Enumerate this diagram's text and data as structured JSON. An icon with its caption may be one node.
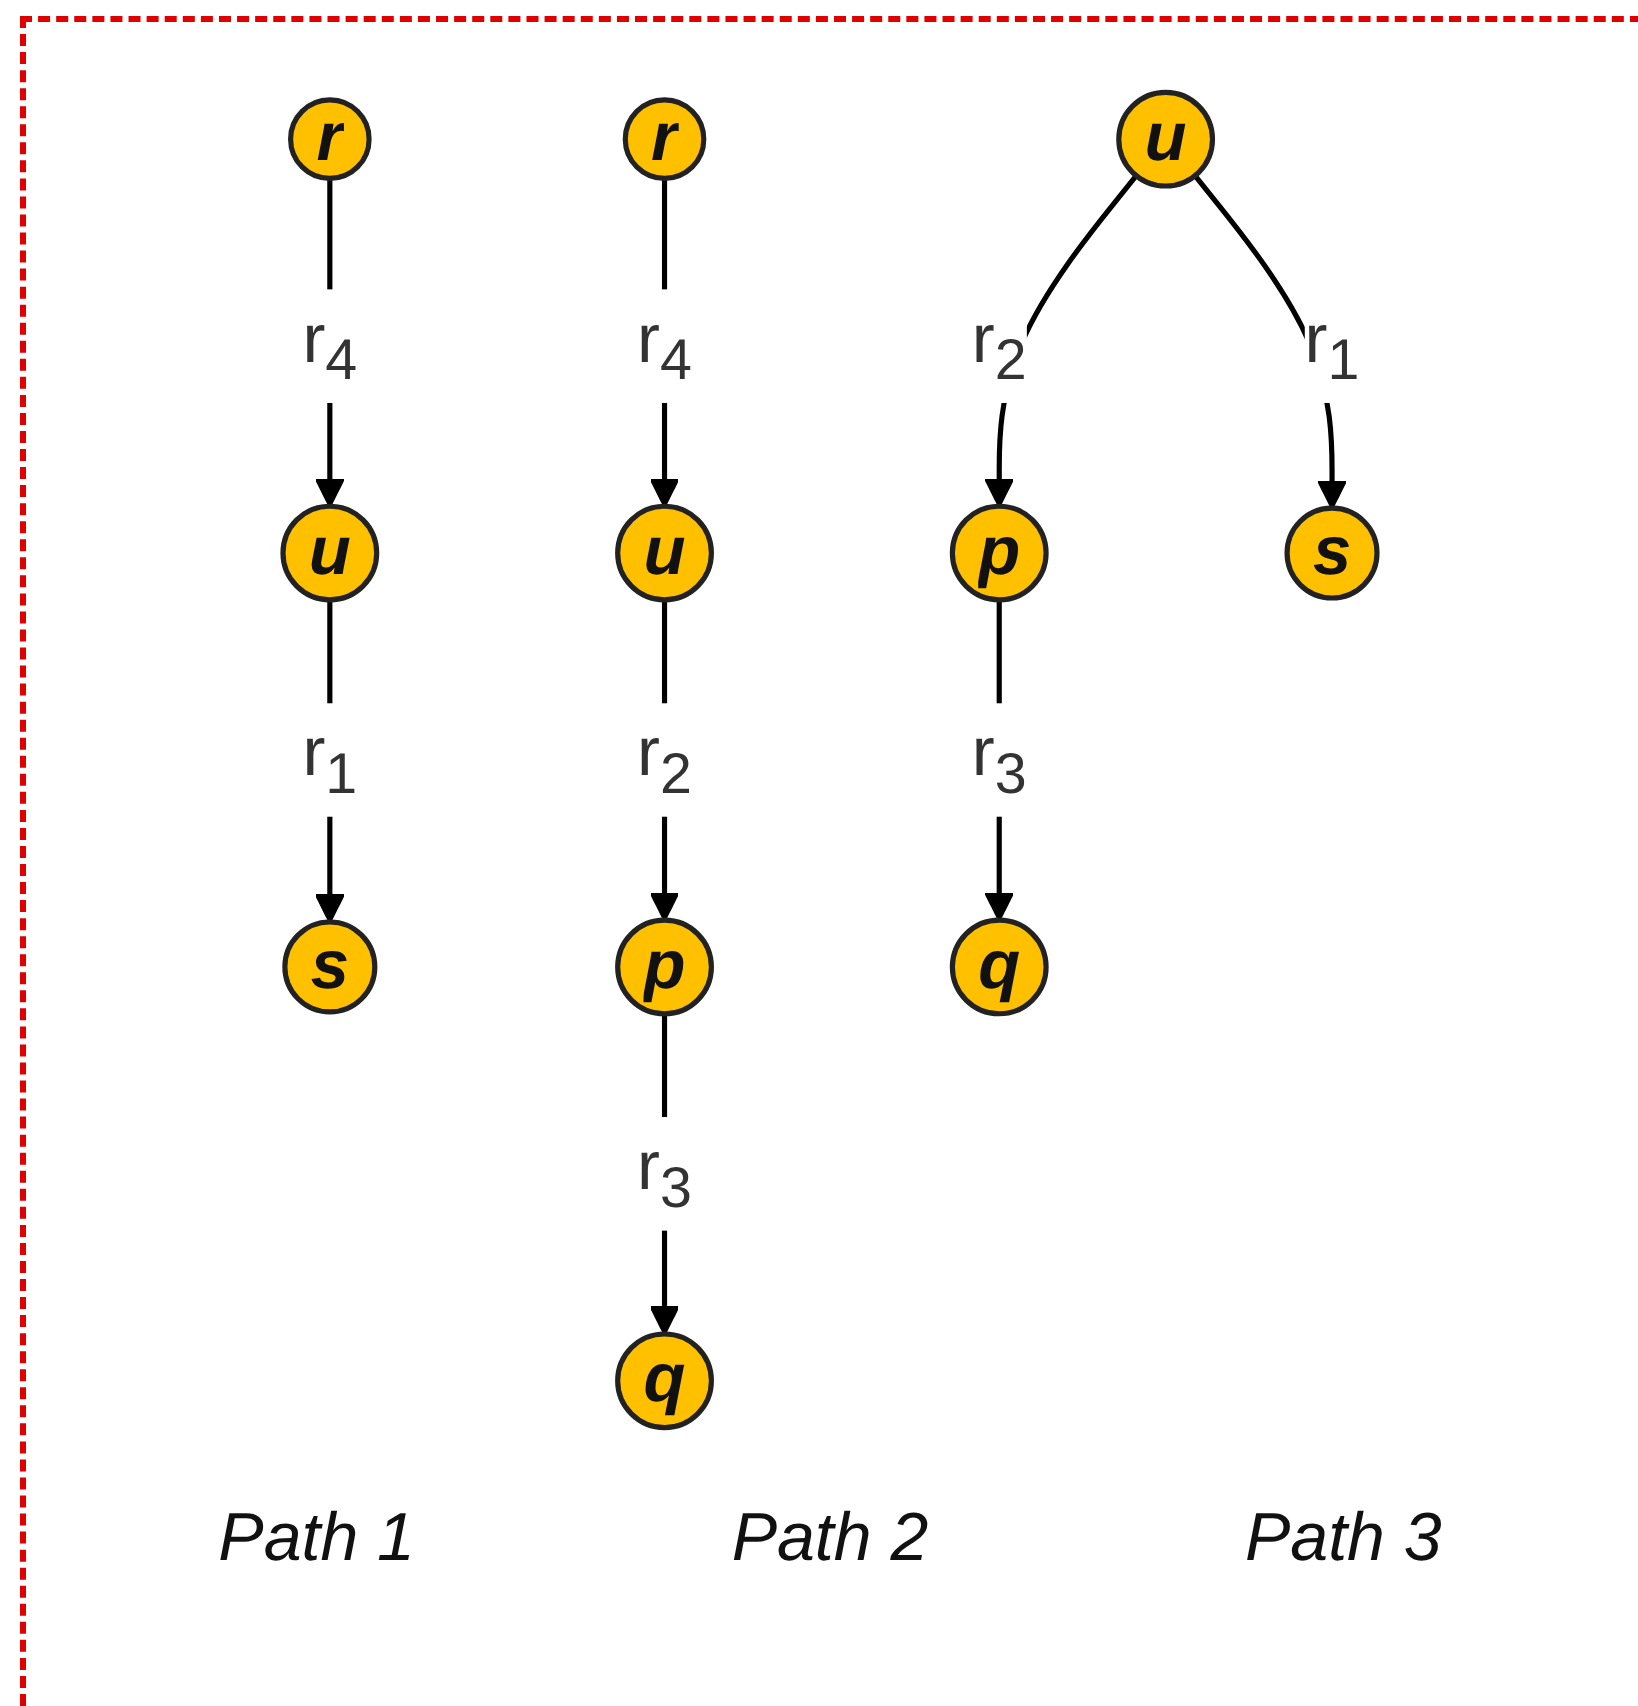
{
  "diagram": {
    "nodes": [
      {
        "text": [
          "r"
        ]
      },
      {
        "text": [
          "u"
        ]
      },
      {
        "text": [
          "s"
        ]
      },
      {
        "text": [
          "r"
        ]
      },
      {
        "text": [
          "u"
        ]
      },
      {
        "text": [
          "p"
        ]
      },
      {
        "text": [
          "q"
        ]
      },
      {
        "text": [
          "u"
        ]
      },
      {
        "text": [
          "p"
        ]
      },
      {
        "text": [
          "s"
        ]
      },
      {
        "text": [
          "q"
        ]
      }
    ],
    "edges": [
      {
        "from": 0,
        "to": 1,
        "arrow": "to",
        "label": "r$_{4}$"
      },
      {
        "from": 1,
        "to": 2,
        "arrow": "to",
        "label": "r$_{1}$"
      },
      {
        "from": 3,
        "to": 4,
        "arrow": "to",
        "label": "r$_{4}$"
      },
      {
        "from": 4,
        "to": 5,
        "arrow": "to",
        "label": "r$_{2}$"
      },
      {
        "from": 5,
        "to": 6,
        "arrow": "to",
        "label": "r$_{3}$"
      },
      {
        "from": 7,
        "to": 8,
        "arrow": "to",
        "label": "r$_{2}$"
      },
      {
        "from": 7,
        "to": 9,
        "arrow": "to",
        "label": "r$_{1}$"
      },
      {
        "from": 8,
        "to": 10,
        "arrow": "to",
        "label": "r$_{3}$"
      }
    ],
    "labels": [
      "Path 1",
      "Path 2",
      "Path 3"
    ]
  }
}
